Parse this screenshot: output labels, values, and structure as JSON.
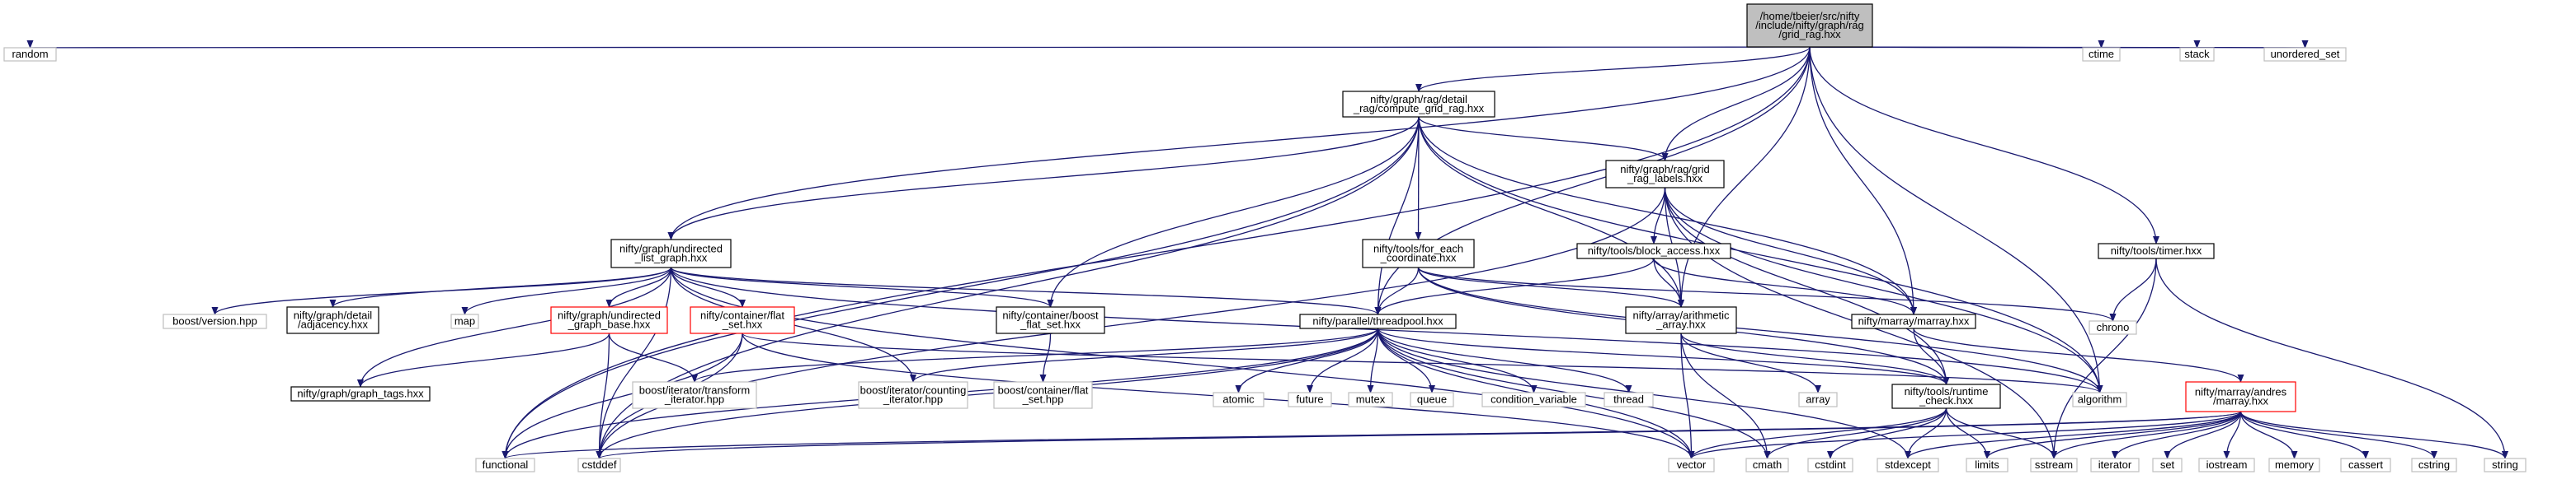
{
  "colors": {
    "edge": "#191970",
    "root_fill": "#bfbfbf",
    "border_black": "#000000",
    "border_red": "#ff0000",
    "border_gray": "#bfbfbf",
    "text": "#000000"
  },
  "nodes": [
    {
      "id": "grid_rag",
      "lines": [
        "/home/tbeier/src/nifty",
        "/include/nifty/graph/rag",
        "/grid_rag.hxx"
      ],
      "style": "root"
    },
    {
      "id": "random",
      "lines": [
        "random"
      ],
      "style": "gray"
    },
    {
      "id": "compute_grid_rag",
      "lines": [
        "nifty/graph/rag/detail",
        "_rag/compute_grid_rag.hxx"
      ],
      "style": "black"
    },
    {
      "id": "ctime",
      "lines": [
        "ctime"
      ],
      "style": "gray"
    },
    {
      "id": "stack",
      "lines": [
        "stack"
      ],
      "style": "gray"
    },
    {
      "id": "unordered_set",
      "lines": [
        "unordered_set"
      ],
      "style": "gray"
    },
    {
      "id": "grid_rag_labels",
      "lines": [
        "nifty/graph/rag/grid",
        "_rag_labels.hxx"
      ],
      "style": "black"
    },
    {
      "id": "undirected_list_graph",
      "lines": [
        "nifty/graph/undirected",
        "_list_graph.hxx"
      ],
      "style": "black"
    },
    {
      "id": "for_each_coordinate",
      "lines": [
        "nifty/tools/for_each",
        "_coordinate.hxx"
      ],
      "style": "black"
    },
    {
      "id": "block_access",
      "lines": [
        "nifty/tools/block_access.hxx"
      ],
      "style": "black"
    },
    {
      "id": "timer",
      "lines": [
        "nifty/tools/timer.hxx"
      ],
      "style": "black"
    },
    {
      "id": "boost_version",
      "lines": [
        "boost/version.hpp"
      ],
      "style": "gray"
    },
    {
      "id": "adjacency",
      "lines": [
        "nifty/graph/detail",
        "/adjacency.hxx"
      ],
      "style": "black"
    },
    {
      "id": "map",
      "lines": [
        "map"
      ],
      "style": "gray"
    },
    {
      "id": "undirected_graph_base",
      "lines": [
        "nifty/graph/undirected",
        "_graph_base.hxx"
      ],
      "style": "red"
    },
    {
      "id": "container_flat_set",
      "lines": [
        "nifty/container/flat",
        "_set.hxx"
      ],
      "style": "red"
    },
    {
      "id": "boost_flat_set_hxx",
      "lines": [
        "nifty/container/boost",
        "_flat_set.hxx"
      ],
      "style": "black"
    },
    {
      "id": "threadpool",
      "lines": [
        "nifty/parallel/threadpool.hxx"
      ],
      "style": "black"
    },
    {
      "id": "arithmetic_array",
      "lines": [
        "nifty/array/arithmetic",
        "_array.hxx"
      ],
      "style": "black"
    },
    {
      "id": "marray",
      "lines": [
        "nifty/marray/marray.hxx"
      ],
      "style": "black"
    },
    {
      "id": "chrono",
      "lines": [
        "chrono"
      ],
      "style": "gray"
    },
    {
      "id": "graph_tags",
      "lines": [
        "nifty/graph/graph_tags.hxx"
      ],
      "style": "black"
    },
    {
      "id": "transform_iterator",
      "lines": [
        "boost/iterator/transform",
        "_iterator.hpp"
      ],
      "style": "gray"
    },
    {
      "id": "counting_iterator",
      "lines": [
        "boost/iterator/counting",
        "_iterator.hpp"
      ],
      "style": "gray"
    },
    {
      "id": "boost_flat_set_hpp",
      "lines": [
        "boost/container/flat",
        "_set.hpp"
      ],
      "style": "gray"
    },
    {
      "id": "atomic",
      "lines": [
        "atomic"
      ],
      "style": "gray"
    },
    {
      "id": "future",
      "lines": [
        "future"
      ],
      "style": "gray"
    },
    {
      "id": "mutex",
      "lines": [
        "mutex"
      ],
      "style": "gray"
    },
    {
      "id": "queue",
      "lines": [
        "queue"
      ],
      "style": "gray"
    },
    {
      "id": "condition_variable",
      "lines": [
        "condition_variable"
      ],
      "style": "gray"
    },
    {
      "id": "thread",
      "lines": [
        "thread"
      ],
      "style": "gray"
    },
    {
      "id": "array",
      "lines": [
        "array"
      ],
      "style": "gray"
    },
    {
      "id": "runtime_check",
      "lines": [
        "nifty/tools/runtime",
        "_check.hxx"
      ],
      "style": "black"
    },
    {
      "id": "algorithm",
      "lines": [
        "algorithm"
      ],
      "style": "gray"
    },
    {
      "id": "andres_marray",
      "lines": [
        "nifty/marray/andres",
        "/marray.hxx"
      ],
      "style": "red"
    },
    {
      "id": "functional",
      "lines": [
        "functional"
      ],
      "style": "gray"
    },
    {
      "id": "cstddef",
      "lines": [
        "cstddef"
      ],
      "style": "gray"
    },
    {
      "id": "vector",
      "lines": [
        "vector"
      ],
      "style": "gray"
    },
    {
      "id": "cmath",
      "lines": [
        "cmath"
      ],
      "style": "gray"
    },
    {
      "id": "cstdint",
      "lines": [
        "cstdint"
      ],
      "style": "gray"
    },
    {
      "id": "stdexcept",
      "lines": [
        "stdexcept"
      ],
      "style": "gray"
    },
    {
      "id": "limits",
      "lines": [
        "limits"
      ],
      "style": "gray"
    },
    {
      "id": "sstream",
      "lines": [
        "sstream"
      ],
      "style": "gray"
    },
    {
      "id": "iterator",
      "lines": [
        "iterator"
      ],
      "style": "gray"
    },
    {
      "id": "set",
      "lines": [
        "set"
      ],
      "style": "gray"
    },
    {
      "id": "iostream",
      "lines": [
        "iostream"
      ],
      "style": "gray"
    },
    {
      "id": "memory",
      "lines": [
        "memory"
      ],
      "style": "gray"
    },
    {
      "id": "cassert",
      "lines": [
        "cassert"
      ],
      "style": "gray"
    },
    {
      "id": "cstring",
      "lines": [
        "cstring"
      ],
      "style": "gray"
    },
    {
      "id": "string",
      "lines": [
        "string"
      ],
      "style": "gray"
    }
  ],
  "edges": [
    [
      "grid_rag",
      "random"
    ],
    [
      "grid_rag",
      "compute_grid_rag"
    ],
    [
      "grid_rag",
      "ctime"
    ],
    [
      "grid_rag",
      "stack"
    ],
    [
      "grid_rag",
      "unordered_set"
    ],
    [
      "grid_rag",
      "grid_rag_labels"
    ],
    [
      "grid_rag",
      "undirected_list_graph"
    ],
    [
      "grid_rag",
      "timer"
    ],
    [
      "grid_rag",
      "threadpool"
    ],
    [
      "grid_rag",
      "arithmetic_array"
    ],
    [
      "grid_rag",
      "marray"
    ],
    [
      "grid_rag",
      "algorithm"
    ],
    [
      "grid_rag",
      "functional"
    ],
    [
      "compute_grid_rag",
      "grid_rag_labels"
    ],
    [
      "compute_grid_rag",
      "undirected_list_graph"
    ],
    [
      "compute_grid_rag",
      "for_each_coordinate"
    ],
    [
      "compute_grid_rag",
      "threadpool"
    ],
    [
      "compute_grid_rag",
      "arithmetic_array"
    ],
    [
      "compute_grid_rag",
      "marray"
    ],
    [
      "compute_grid_rag",
      "boost_flat_set_hxx"
    ],
    [
      "compute_grid_rag",
      "cstddef"
    ],
    [
      "compute_grid_rag",
      "functional"
    ],
    [
      "compute_grid_rag",
      "algorithm"
    ],
    [
      "grid_rag_labels",
      "block_access"
    ],
    [
      "grid_rag_labels",
      "arithmetic_array"
    ],
    [
      "grid_rag_labels",
      "marray"
    ],
    [
      "grid_rag_labels",
      "runtime_check"
    ],
    [
      "grid_rag_labels",
      "cstddef"
    ],
    [
      "grid_rag_labels",
      "algorithm"
    ],
    [
      "grid_rag_labels",
      "sstream"
    ],
    [
      "undirected_list_graph",
      "boost_version"
    ],
    [
      "undirected_list_graph",
      "adjacency"
    ],
    [
      "undirected_list_graph",
      "map"
    ],
    [
      "undirected_list_graph",
      "undirected_graph_base"
    ],
    [
      "undirected_list_graph",
      "container_flat_set"
    ],
    [
      "undirected_list_graph",
      "boost_flat_set_hxx"
    ],
    [
      "undirected_list_graph",
      "threadpool"
    ],
    [
      "undirected_list_graph",
      "graph_tags"
    ],
    [
      "undirected_list_graph",
      "counting_iterator"
    ],
    [
      "undirected_list_graph",
      "cstddef"
    ],
    [
      "undirected_list_graph",
      "vector"
    ],
    [
      "undirected_list_graph",
      "algorithm"
    ],
    [
      "for_each_coordinate",
      "threadpool"
    ],
    [
      "for_each_coordinate",
      "arithmetic_array"
    ],
    [
      "for_each_coordinate",
      "runtime_check"
    ],
    [
      "for_each_coordinate",
      "chrono"
    ],
    [
      "for_each_coordinate",
      "algorithm"
    ],
    [
      "block_access",
      "arithmetic_array"
    ],
    [
      "block_access",
      "marray"
    ],
    [
      "block_access",
      "threadpool"
    ],
    [
      "timer",
      "chrono"
    ],
    [
      "timer",
      "string"
    ],
    [
      "timer",
      "sstream"
    ],
    [
      "undirected_graph_base",
      "graph_tags"
    ],
    [
      "undirected_graph_base",
      "transform_iterator"
    ],
    [
      "undirected_graph_base",
      "cstddef"
    ],
    [
      "container_flat_set",
      "functional"
    ],
    [
      "container_flat_set",
      "cstddef"
    ],
    [
      "container_flat_set",
      "vector"
    ],
    [
      "container_flat_set",
      "algorithm"
    ],
    [
      "boost_flat_set_hxx",
      "boost_flat_set_hpp"
    ],
    [
      "threadpool",
      "transform_iterator"
    ],
    [
      "threadpool",
      "counting_iterator"
    ],
    [
      "threadpool",
      "atomic"
    ],
    [
      "threadpool",
      "future"
    ],
    [
      "threadpool",
      "mutex"
    ],
    [
      "threadpool",
      "queue"
    ],
    [
      "threadpool",
      "condition_variable"
    ],
    [
      "threadpool",
      "thread"
    ],
    [
      "threadpool",
      "runtime_check"
    ],
    [
      "threadpool",
      "functional"
    ],
    [
      "threadpool",
      "cstddef"
    ],
    [
      "threadpool",
      "vector"
    ],
    [
      "threadpool",
      "cmath"
    ],
    [
      "threadpool",
      "stdexcept"
    ],
    [
      "arithmetic_array",
      "array"
    ],
    [
      "arithmetic_array",
      "runtime_check"
    ],
    [
      "arithmetic_array",
      "cmath"
    ],
    [
      "arithmetic_array",
      "vector"
    ],
    [
      "marray",
      "runtime_check"
    ],
    [
      "marray",
      "andres_marray"
    ],
    [
      "runtime_check",
      "vector"
    ],
    [
      "runtime_check",
      "cmath"
    ],
    [
      "runtime_check",
      "cstdint"
    ],
    [
      "runtime_check",
      "stdexcept"
    ],
    [
      "runtime_check",
      "sstream"
    ],
    [
      "runtime_check",
      "limits"
    ],
    [
      "andres_marray",
      "functional"
    ],
    [
      "andres_marray",
      "cstddef"
    ],
    [
      "andres_marray",
      "vector"
    ],
    [
      "andres_marray",
      "stdexcept"
    ],
    [
      "andres_marray",
      "limits"
    ],
    [
      "andres_marray",
      "sstream"
    ],
    [
      "andres_marray",
      "iterator"
    ],
    [
      "andres_marray",
      "set"
    ],
    [
      "andres_marray",
      "iostream"
    ],
    [
      "andres_marray",
      "memory"
    ],
    [
      "andres_marray",
      "cassert"
    ],
    [
      "andres_marray",
      "cstring"
    ],
    [
      "andres_marray",
      "string"
    ]
  ]
}
